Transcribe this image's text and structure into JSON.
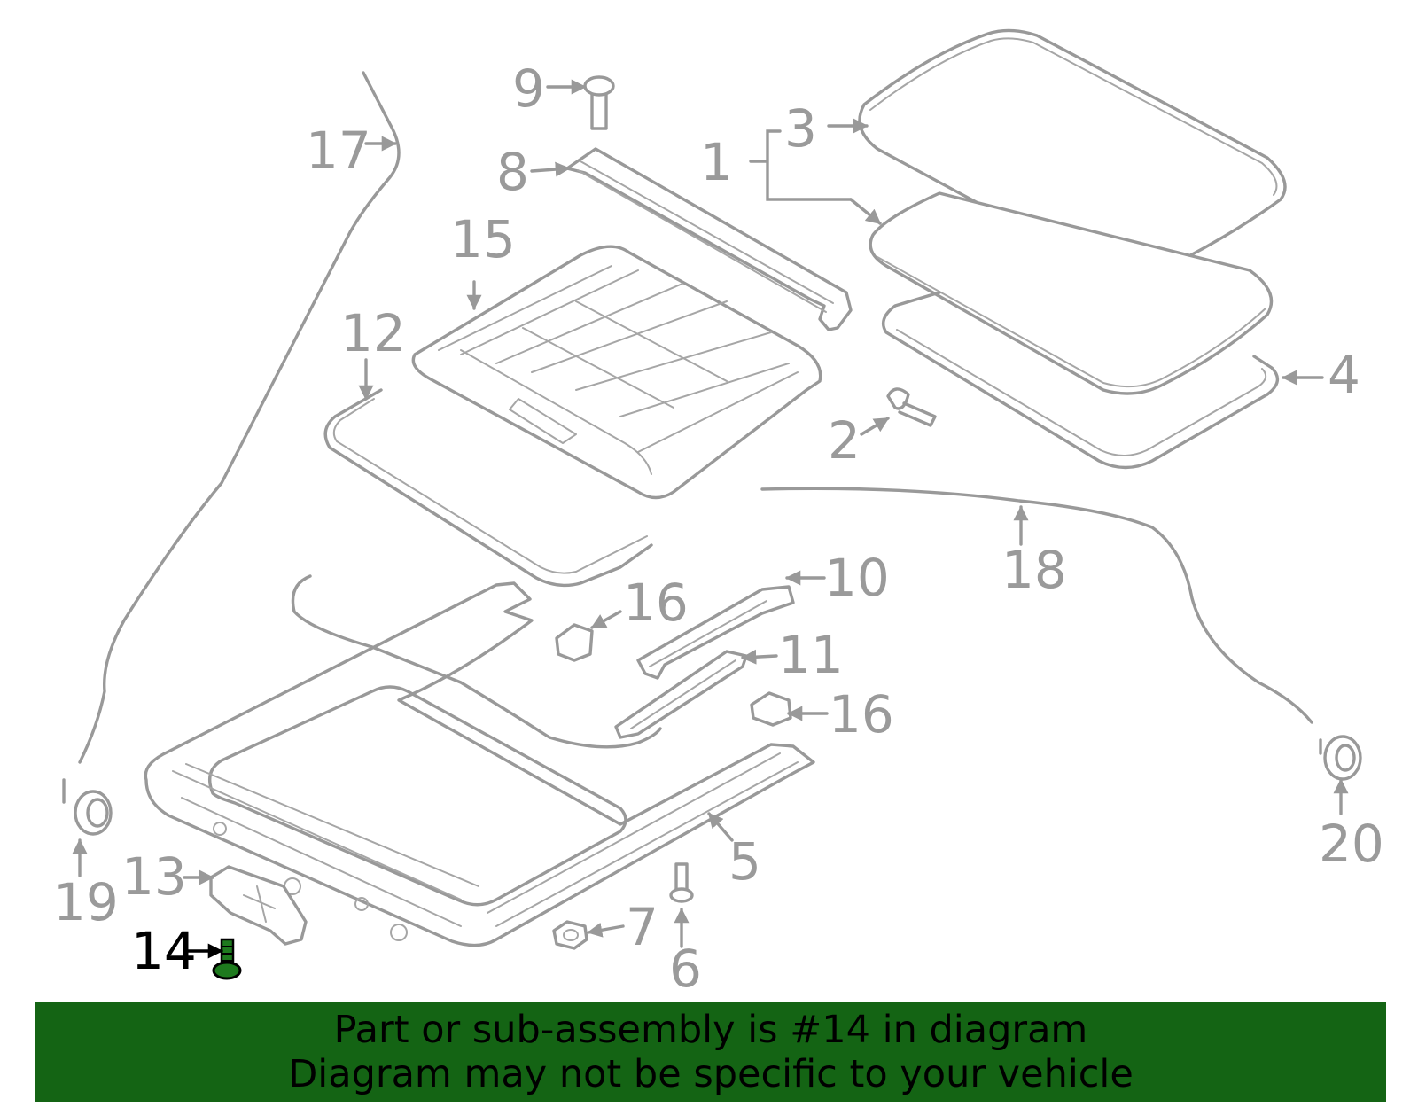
{
  "callouts": {
    "c1": "1",
    "c2": "2",
    "c3": "3",
    "c4": "4",
    "c5": "5",
    "c6": "6",
    "c7": "7",
    "c8": "8",
    "c9": "9",
    "c10": "10",
    "c11": "11",
    "c12": "12",
    "c13": "13",
    "c14": "14",
    "c15": "15",
    "c16a": "16",
    "c16b": "16",
    "c17": "17",
    "c18": "18",
    "c19": "19",
    "c20": "20"
  },
  "highlighted_part": "14",
  "banner": {
    "line1": "Part or sub-assembly is #14 in diagram",
    "line2": "Diagram may not be specific to your vehicle"
  },
  "colors": {
    "banner_background": "#146414",
    "diagram_lines": "#999999",
    "highlight_part_fill": "#1e7a1e",
    "highlight_label": "#000000"
  }
}
